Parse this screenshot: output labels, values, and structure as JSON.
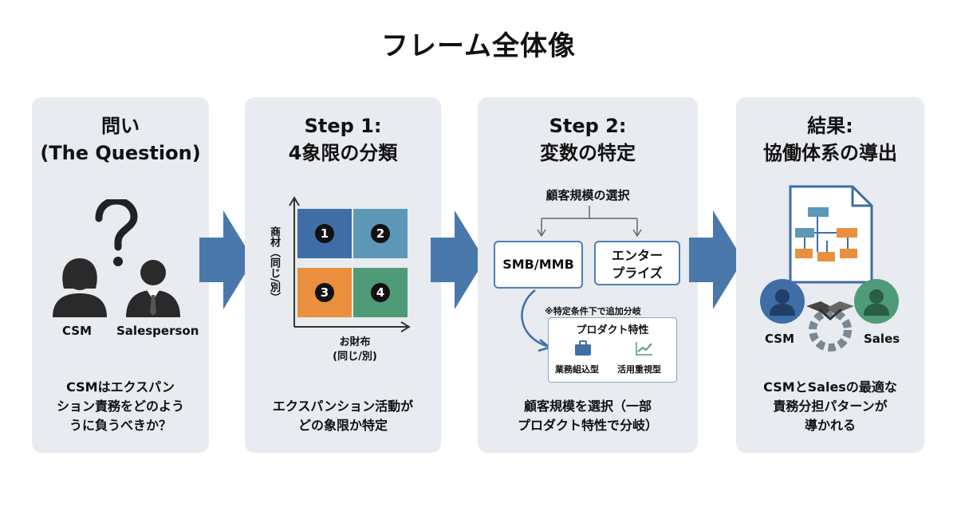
{
  "title": "フレーム全体像",
  "question": {
    "heading1": "問い",
    "heading2": "(The Question)",
    "label_csm": "CSM",
    "label_sales": "Salesperson",
    "text1": "CSMはエクスパン",
    "text2": "ション責務をどのよう",
    "text3": "うに負うべきか？"
  },
  "step1": {
    "heading1": "Step 1:",
    "heading2": "4象限の分類",
    "y_axis": "商材（同じ/別）",
    "x_axis1": "お財布",
    "x_axis2": "(同じ/別)",
    "q1": "1",
    "q2": "2",
    "q3": "3",
    "q4": "4",
    "text1": "エクスパンション活動が",
    "text2": "どの象限か特定"
  },
  "step2": {
    "heading1": "Step 2:",
    "heading2": "変数の特定",
    "select_label": "顧客規模の選択",
    "box_smb": "SMB/MMB",
    "box_ent1": "エンター",
    "box_ent2": "プライズ",
    "note": "※特定条件下で追加分岐",
    "product_title": "プロダクト特性",
    "product_a": "業務組込型",
    "product_b": "活用重視型",
    "text1": "顧客規模を選択（一部",
    "text2": "プロダクト特性で分岐）"
  },
  "result": {
    "heading1": "結果:",
    "heading2": "協働体系の導出",
    "label_csm": "CSM",
    "label_sales": "Sales",
    "text1": "CSMとSalesの最適な",
    "text2": "責務分担パターンが",
    "text3": "導かれる"
  },
  "colors": {
    "panel": "#e8ebef",
    "arrow": "#4a78ab",
    "quad_blue": "#3f6ea6",
    "quad_teal": "#5d98b8",
    "quad_orange": "#e98f3e",
    "quad_green": "#4f9b78"
  }
}
